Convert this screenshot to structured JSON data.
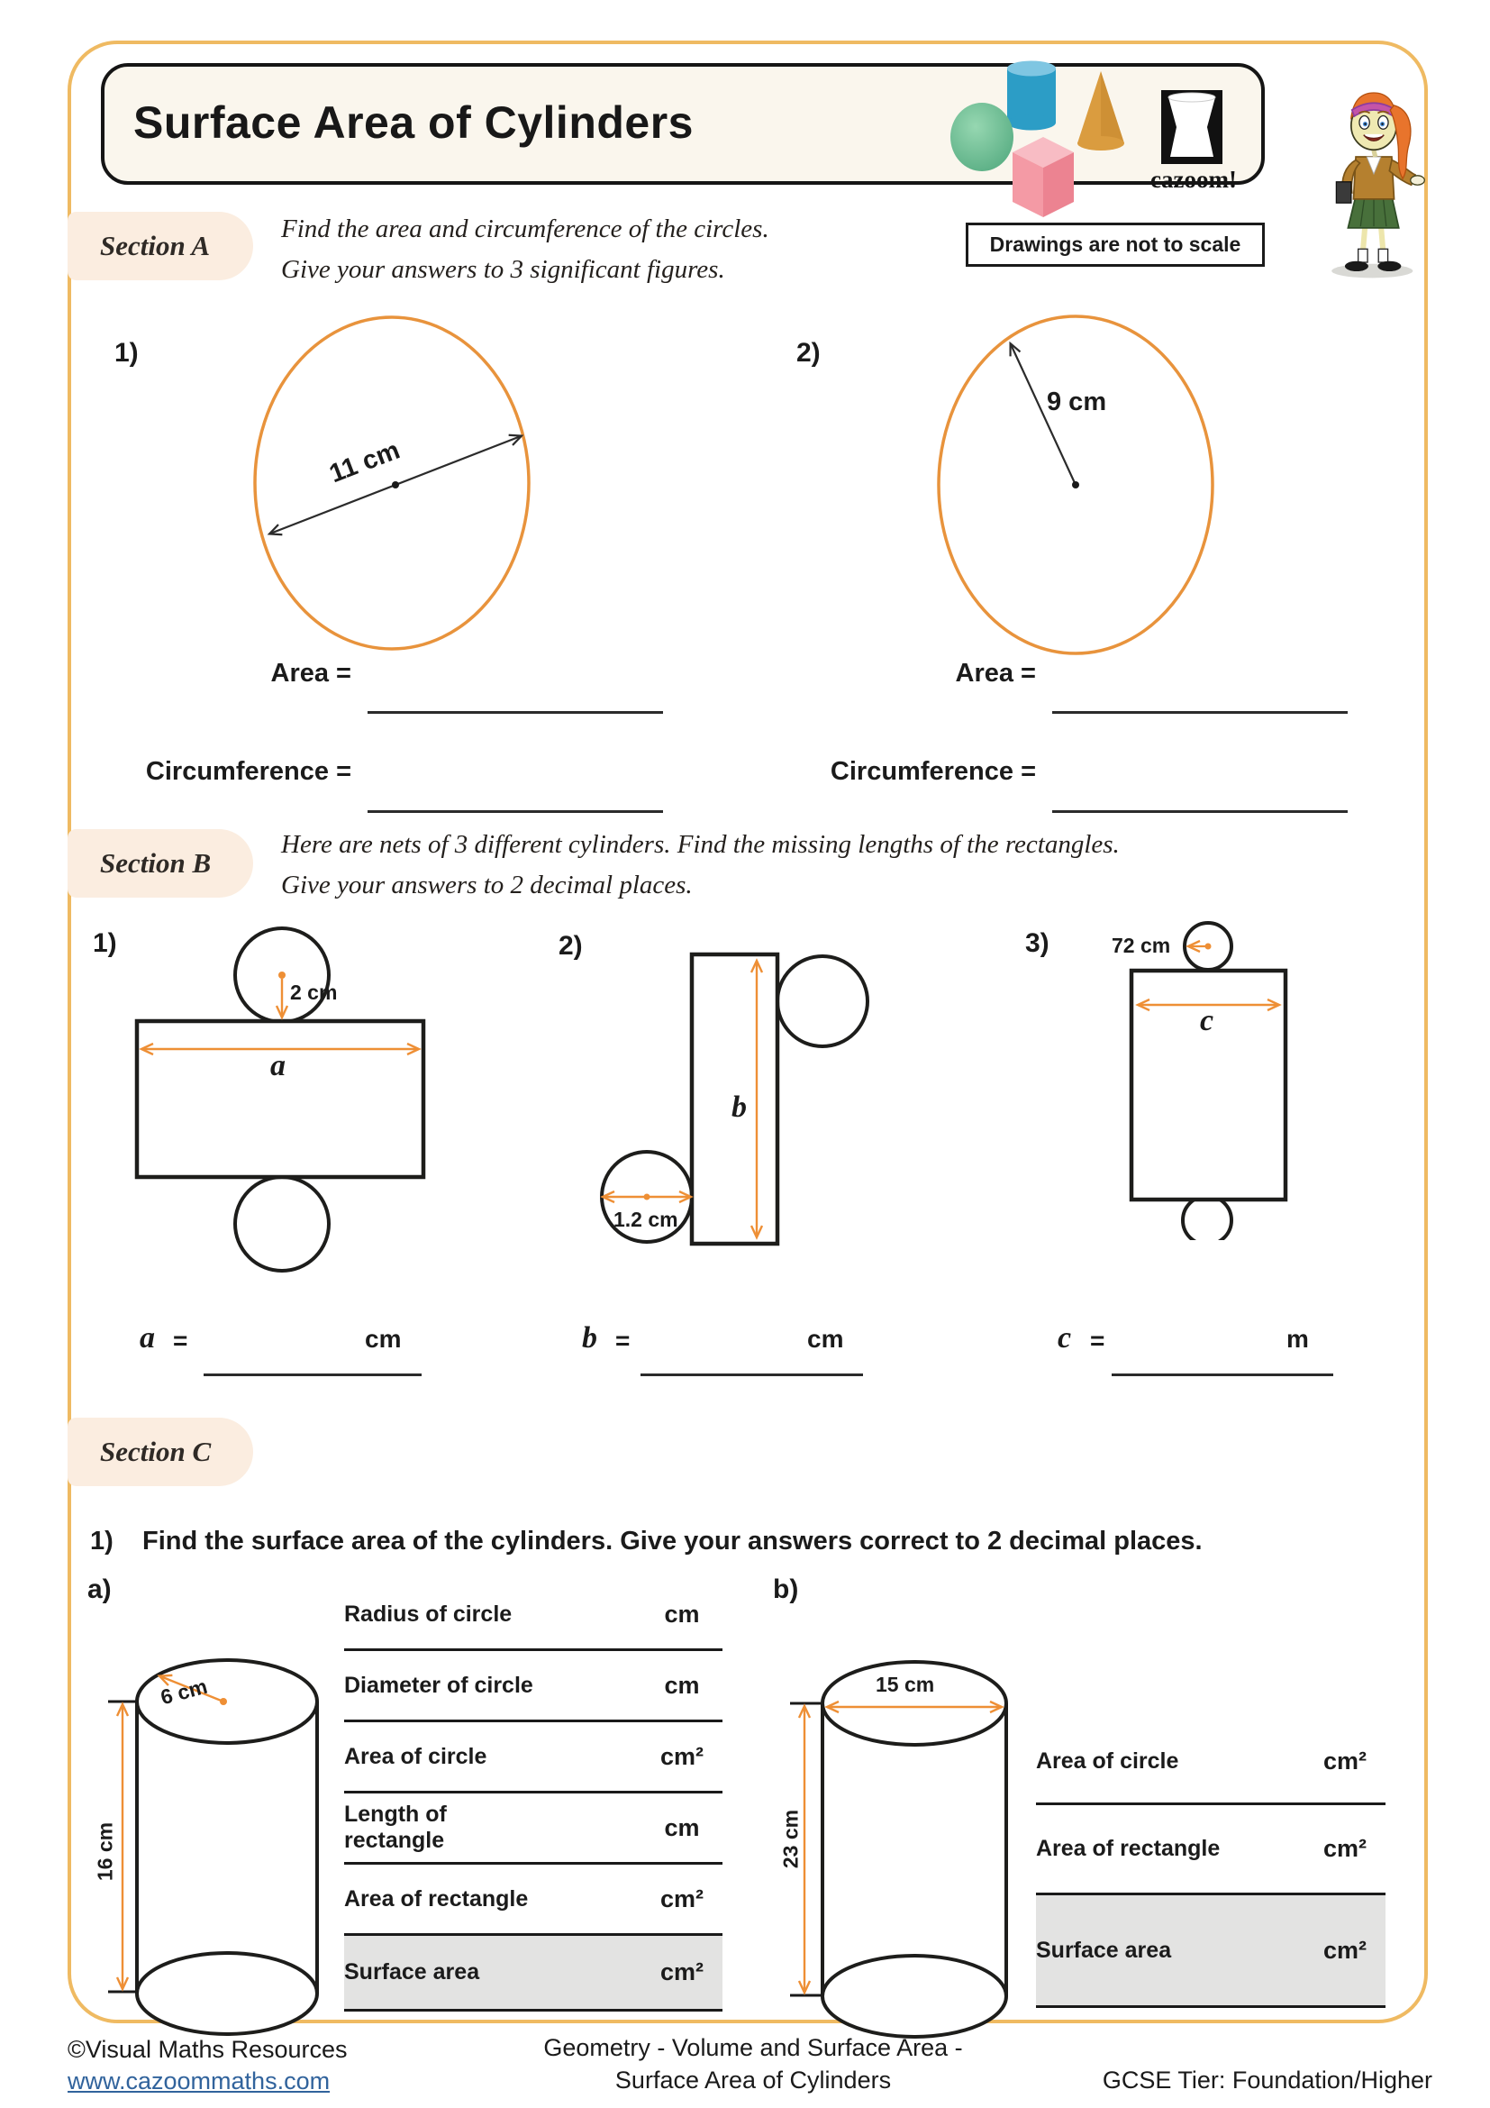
{
  "header": {
    "title": "Surface Area of Cylinders",
    "logo_text": "cazoom!",
    "scale_note": "Drawings are not to scale"
  },
  "sectionA": {
    "label": "Section A",
    "instruction_line1": "Find the area and circumference of the circles.",
    "instruction_line2": "Give your answers to 3 significant figures.",
    "q1": {
      "number": "1)",
      "dimension": "11 cm",
      "area_label": "Area =",
      "circumference_label": "Circumference ="
    },
    "q2": {
      "number": "2)",
      "dimension": "9 cm",
      "area_label": "Area =",
      "circumference_label": "Circumference ="
    }
  },
  "sectionB": {
    "label": "Section B",
    "instruction_line1": "Here are nets of 3 different cylinders. Find the missing lengths of the rectangles.",
    "instruction_line2": "Give your answers to 2 decimal places.",
    "nets": [
      {
        "number": "1)",
        "dimension": "2 cm",
        "unknown": "a"
      },
      {
        "number": "2)",
        "dimension": "1.2 cm",
        "unknown": "b"
      },
      {
        "number": "3)",
        "dimension": "72 cm",
        "unknown": "c"
      }
    ],
    "answers": [
      {
        "variable": "a",
        "equals": "=",
        "unit": "cm"
      },
      {
        "variable": "b",
        "equals": "=",
        "unit": "cm"
      },
      {
        "variable": "c",
        "equals": "=",
        "unit": "m"
      }
    ]
  },
  "sectionC": {
    "label": "Section C",
    "q1_number": "1)",
    "q1_text": "Find the surface area of the cylinders. Give your answers correct to 2 decimal places.",
    "partA": {
      "number": "a)",
      "radius_label": "6 cm",
      "height_label": "16 cm",
      "rows": [
        {
          "label": "Radius of circle",
          "unit": "cm"
        },
        {
          "label": "Diameter of circle",
          "unit": "cm"
        },
        {
          "label": "Area of circle",
          "unit": "cm²"
        },
        {
          "label": "Length of rectangle",
          "unit": "cm"
        },
        {
          "label": "Area of rectangle",
          "unit": "cm²"
        },
        {
          "label": "Surface area",
          "unit": "cm²"
        }
      ]
    },
    "partB": {
      "number": "b)",
      "diameter_label": "15 cm",
      "height_label": "23 cm",
      "rows": [
        {
          "label": "Area of circle",
          "unit": "cm²"
        },
        {
          "label": "Area of rectangle",
          "unit": "cm²"
        },
        {
          "label": "Surface area",
          "unit": "cm²"
        }
      ]
    }
  },
  "footer": {
    "copyright": "©Visual Maths Resources",
    "website": "www.cazoommaths.com",
    "center_line1": "Geometry - Volume and Surface Area -",
    "center_line2": "Surface Area of Cylinders",
    "tier": "GCSE Tier: Foundation/Higher"
  },
  "colors": {
    "accent_border": "#EFBA62",
    "circle_stroke": "#E8933C",
    "arrow_orange": "#EE8F35",
    "section_label_bg": "#FBEDE0",
    "table_highlight": "#E3E3E2",
    "link_blue": "#31639C"
  }
}
